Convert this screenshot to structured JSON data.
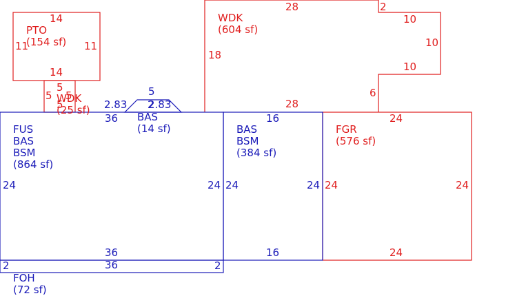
{
  "colors": {
    "existing": "#e01e1e",
    "living": "#1a1ab8",
    "background": "#ffffff"
  },
  "areas": {
    "pto": {
      "code": "PTO",
      "area": "(154 sf)"
    },
    "wdk_small": {
      "code": "WDK",
      "area": "(25 sf)"
    },
    "wdk_large": {
      "code": "WDK",
      "area": "(604 sf)"
    },
    "bas_small": {
      "code": "BAS",
      "area": "(14 sf)"
    },
    "fus": {
      "line1": "FUS",
      "line2": "BAS",
      "line3": "BSM",
      "area": "(864 sf)"
    },
    "bas_bsm": {
      "line1": "BAS",
      "line2": "BSM",
      "area": "(384 sf)"
    },
    "fgr": {
      "code": "FGR",
      "area": "(576 sf)"
    },
    "foh": {
      "code": "FOH",
      "area": "(72 sf)"
    }
  },
  "dimensions": {
    "pto_top": "14",
    "pto_bottom": "14",
    "pto_left": "11",
    "pto_right": "11",
    "wdk_small_top": "5",
    "wdk_small_left": "5",
    "wdk_small_right": "5",
    "wdk_small_bottom": "5",
    "wdk_top": "28",
    "wdk_notch": "2",
    "wdk_step_top": "10",
    "wdk_right": "10",
    "wdk_step_bottom": "10",
    "wdk_left": "18",
    "wdk_inner": "6",
    "wdk_bottom": "28",
    "bas_small_top": "5",
    "bas_small_slope_left": "2.83",
    "bas_small_slope_right": "2.83",
    "bas_small_base": "2",
    "fus_top": "36",
    "fus_bottom": "36",
    "fus_left": "24",
    "fus_right": "24",
    "bas_top": "16",
    "bas_bottom": "16",
    "bas_left": "24",
    "bas_right": "24",
    "fgr_top": "24",
    "fgr_bottom": "24",
    "fgr_left": "24",
    "fgr_right": "24",
    "foh_top": "36",
    "foh_left": "2",
    "foh_right": "2"
  }
}
